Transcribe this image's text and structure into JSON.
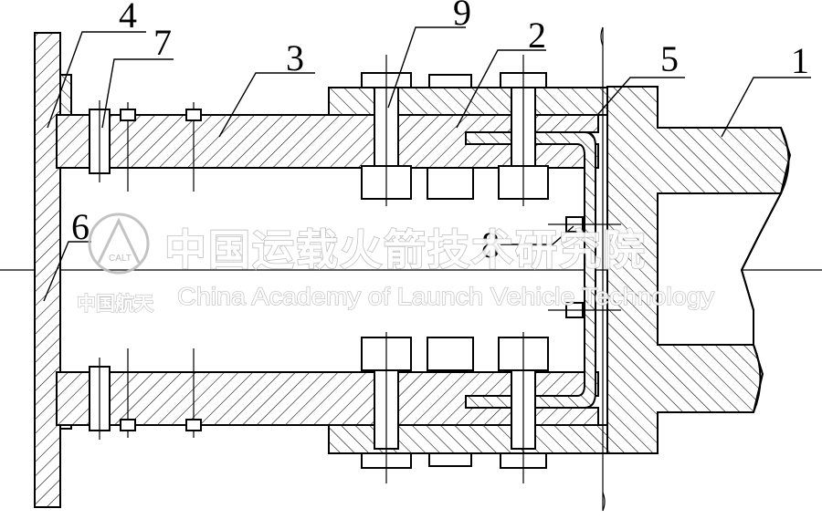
{
  "labels": {
    "p1": "1",
    "p2": "2",
    "p3": "3",
    "p4": "4",
    "p5": "5",
    "p6": "6",
    "p7": "7",
    "p8": "8",
    "p9": "9"
  },
  "watermark": {
    "chinese": "中国运载火箭技术研究院",
    "english": "China Academy of Launch Vehicle Technology",
    "short": "中国航天",
    "logo": "CALT"
  },
  "colors": {
    "ink": "#000000",
    "watermark": "#b9b9b9"
  }
}
